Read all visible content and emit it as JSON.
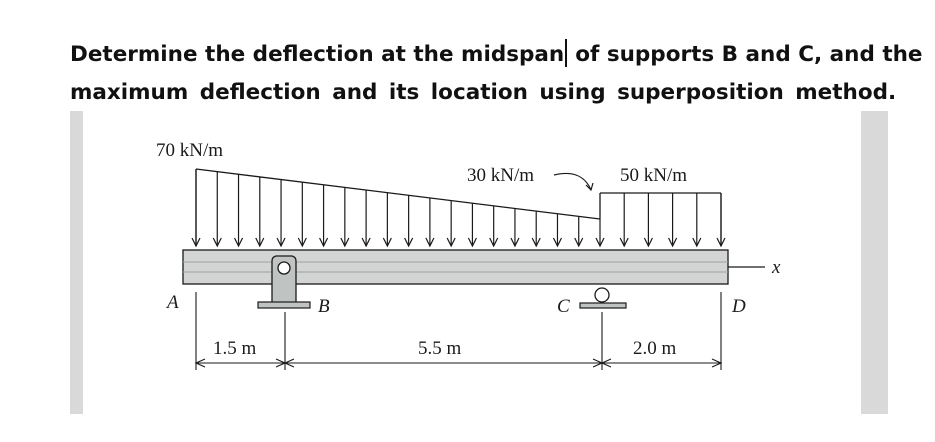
{
  "question": {
    "line1_before_cursor": "Determine the deflection at the midspan",
    "line1_after_cursor": " of supports B and C, and the",
    "line2": "maximum deflection and its location using superposition method."
  },
  "figure": {
    "loads": {
      "left_intensity": "70 kN/m",
      "mid_intensity": "30 kN/m",
      "right_intensity": "50 kN/m"
    },
    "points": {
      "a": "A",
      "b": "B",
      "c": "C",
      "d": "D"
    },
    "axis_label": "x",
    "dimensions": {
      "ab": "1.5 m",
      "bc": "5.5 m",
      "cd": "2.0 m"
    },
    "colors": {
      "beam_fill": "#d2d5d3",
      "support_fill": "#bfc3c1",
      "line": "#1a1a1a",
      "frame": "#d9d9d9"
    }
  }
}
